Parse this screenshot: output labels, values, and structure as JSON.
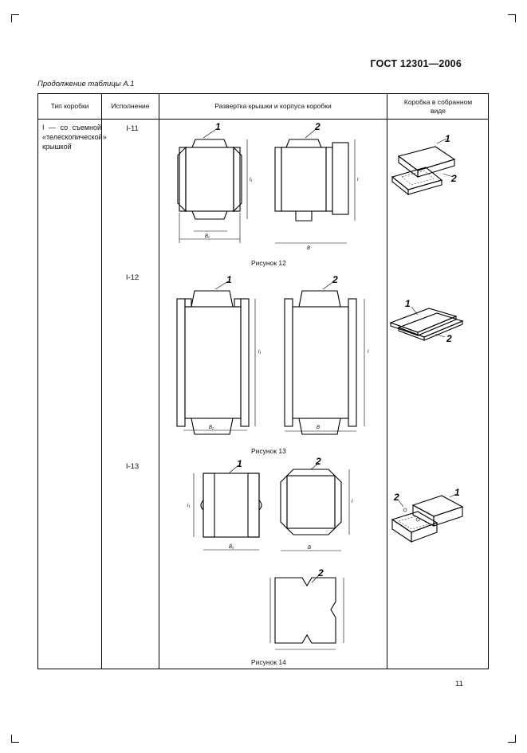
{
  "header": {
    "doc_id": "ГОСТ 12301—2006"
  },
  "caption": "Продолжение таблицы А.1",
  "table": {
    "columns": [
      "Тип коробки",
      "Исполнение",
      "Развертка крышки и корпуса коробки",
      "Коробка в собранном виде"
    ],
    "box_type": "I — со съемной «телескопической» крышкой",
    "rows": [
      {
        "variant": "I-11",
        "figure": "Рисунок 12"
      },
      {
        "variant": "I-12",
        "figure": "Рисунок 13"
      },
      {
        "variant": "I-13",
        "figure": "Рисунок 14"
      }
    ]
  },
  "part_labels": {
    "lid": "1",
    "body": "2"
  },
  "page_number": "11"
}
